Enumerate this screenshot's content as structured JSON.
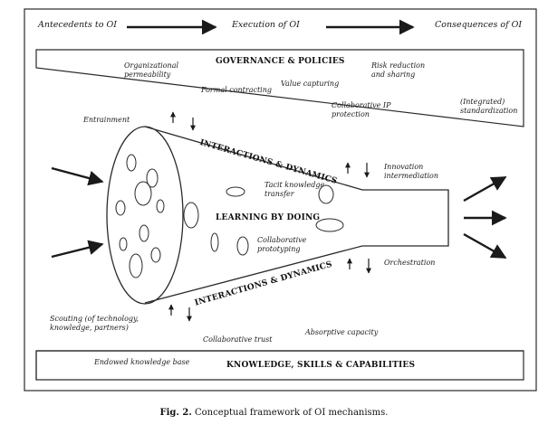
{
  "flow": {
    "antecedents": "Antecedents to OI",
    "execution": "Execution of OI",
    "consequences": "Consequences of OI"
  },
  "governance": {
    "title": "GOVERNANCE & POLICIES",
    "items": {
      "organizational_permeability_1": "Organizational",
      "organizational_permeability_2": "permeability",
      "formal_contracting": "Formal contracting",
      "value_capturing": "Value capturing",
      "risk_1": "Risk reduction",
      "risk_2": "and sharing",
      "collab_ip_1": "Collaborative IP",
      "collab_ip_2": "protection",
      "integrated_1": "(Integrated)",
      "integrated_2": "standardization"
    }
  },
  "interactions_top": "INTERACTIONS & DYNAMICS",
  "interactions_bottom": "INTERACTIONS & DYNAMICS",
  "center": {
    "title": "LEARNING BY DOING",
    "tacit_1": "Tacit knowledge",
    "tacit_2": "transfer",
    "proto_1": "Collaborative",
    "proto_2": "prototyping"
  },
  "side_labels": {
    "entrainment": "Entrainment",
    "innovation_1": "Innovation",
    "innovation_2": "intermediation",
    "orchestration": "Orchestration"
  },
  "capabilities": {
    "title": "KNOWLEDGE, SKILLS & CAPABILITIES",
    "scouting_1": "Scouting (of technology,",
    "scouting_2": "knowledge, partners)",
    "collab_trust": "Collaborative trust",
    "absorptive": "Absorptive capacity",
    "endowed": "Endowed knowledge base"
  },
  "caption": {
    "label": "Fig. 2.",
    "text": "Conceptual framework of OI mechanisms."
  }
}
